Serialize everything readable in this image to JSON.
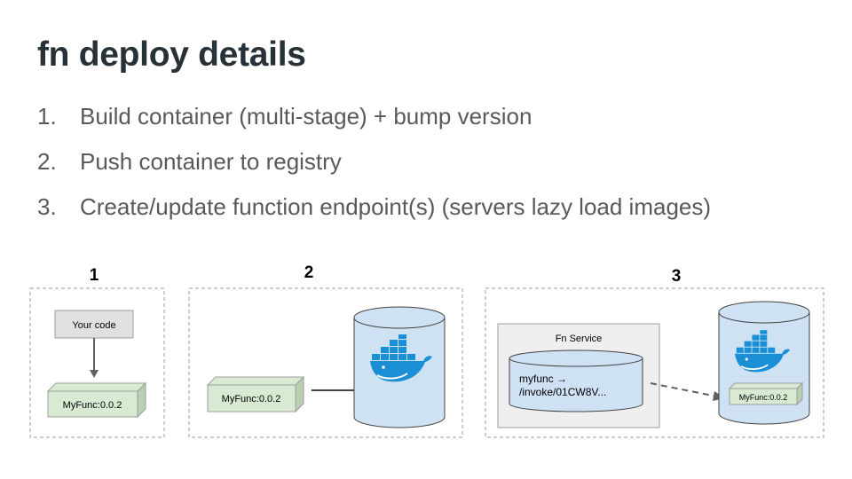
{
  "slide": {
    "title": "fn deploy details",
    "steps": [
      {
        "number": "1.",
        "text": "Build container (multi-stage) + bump version"
      },
      {
        "number": "2.",
        "text": "Push container to registry"
      },
      {
        "number": "3.",
        "text": "Create/update function endpoint(s) (servers lazy load images)"
      }
    ]
  },
  "diagram": {
    "panel1": {
      "label": "1",
      "code_box": "Your code",
      "image_box": "MyFunc:0.0.2"
    },
    "panel2": {
      "label": "2",
      "image_box": "MyFunc:0.0.2",
      "registry_icon": "docker-whale-icon"
    },
    "panel3": {
      "label": "3",
      "service_title": "Fn Service",
      "db_line1": "myfunc →",
      "db_line2": "/invoke/01CW8V...",
      "image_box": "MyFunc:0.0.2",
      "registry_icon": "docker-whale-icon"
    },
    "colors": {
      "image_box_fill": "#d9ead3",
      "code_box_fill": "#e0e0e0",
      "cylinder_fill": "#cfe2f3",
      "whale_blue": "#1a8fd6",
      "title_color": "#263238",
      "text_color": "#595959"
    }
  }
}
